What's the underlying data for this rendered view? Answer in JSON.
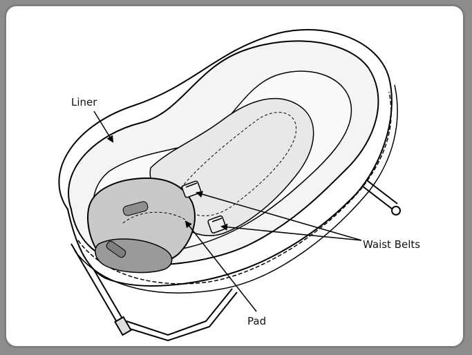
{
  "callouts": {
    "liner": "Liner",
    "waist_belts": "Waist Belts",
    "pad": "Pad"
  }
}
